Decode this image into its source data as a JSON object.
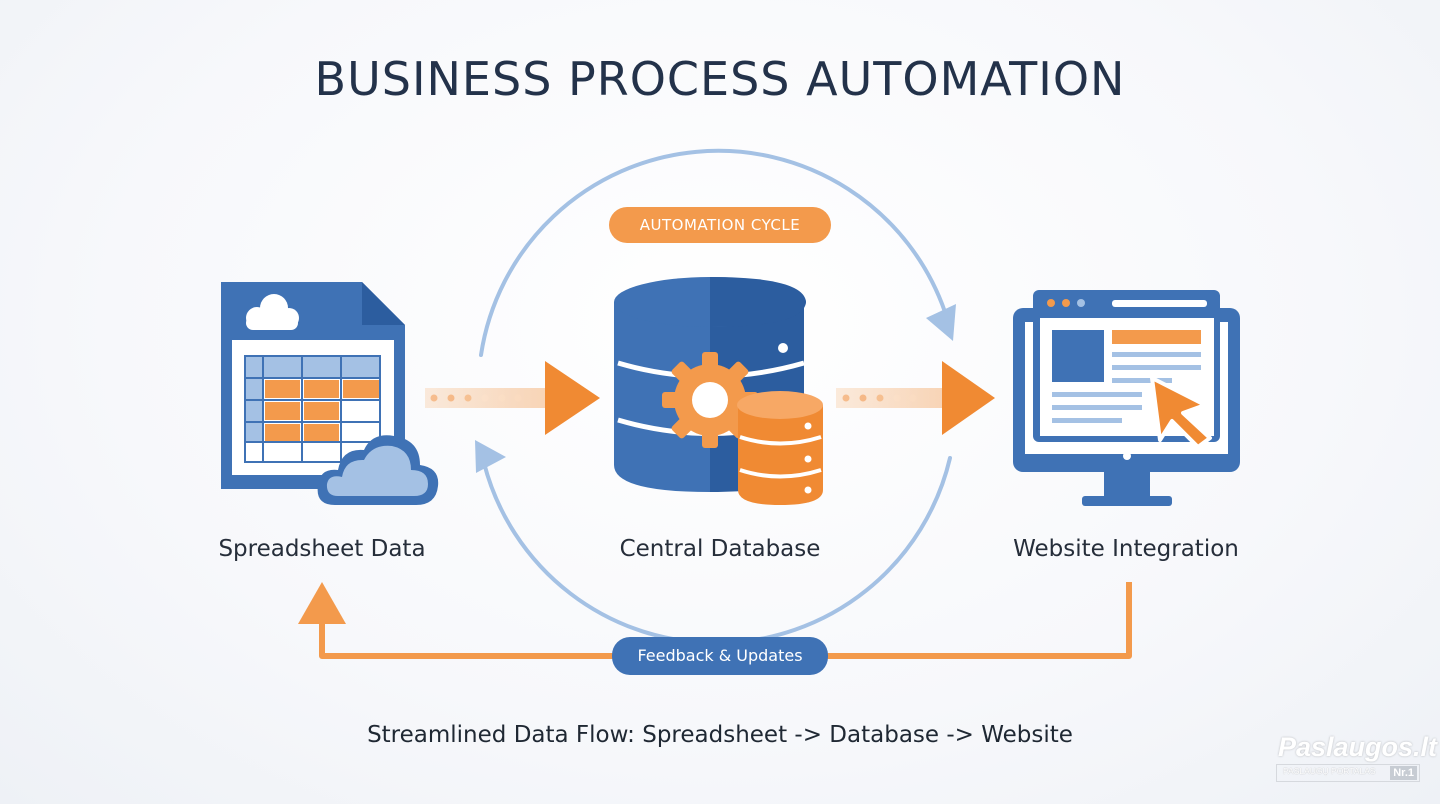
{
  "title": "BUSINESS PROCESS AUTOMATION",
  "cycle_label": "AUTOMATION CYCLE",
  "nodes": [
    {
      "label": "Spreadsheet Data",
      "icon": "spreadsheet-cloud-icon"
    },
    {
      "label": "Central Database",
      "icon": "database-gear-icon"
    },
    {
      "label": "Website Integration",
      "icon": "monitor-website-icon"
    }
  ],
  "feedback_label": "Feedback & Updates",
  "footer": "Streamlined Data Flow: Spreadsheet -> Database -> Website",
  "watermark": {
    "name": "Paslaugos.lt",
    "sub": "PASLAUGŲ PORTALAS",
    "badge": "Nr.1"
  },
  "colors": {
    "blue": "#3f72b5",
    "dark_blue": "#2c5d9f",
    "light_blue": "#a4c1e4",
    "orange": "#f39a4c",
    "text": "#23324a"
  }
}
